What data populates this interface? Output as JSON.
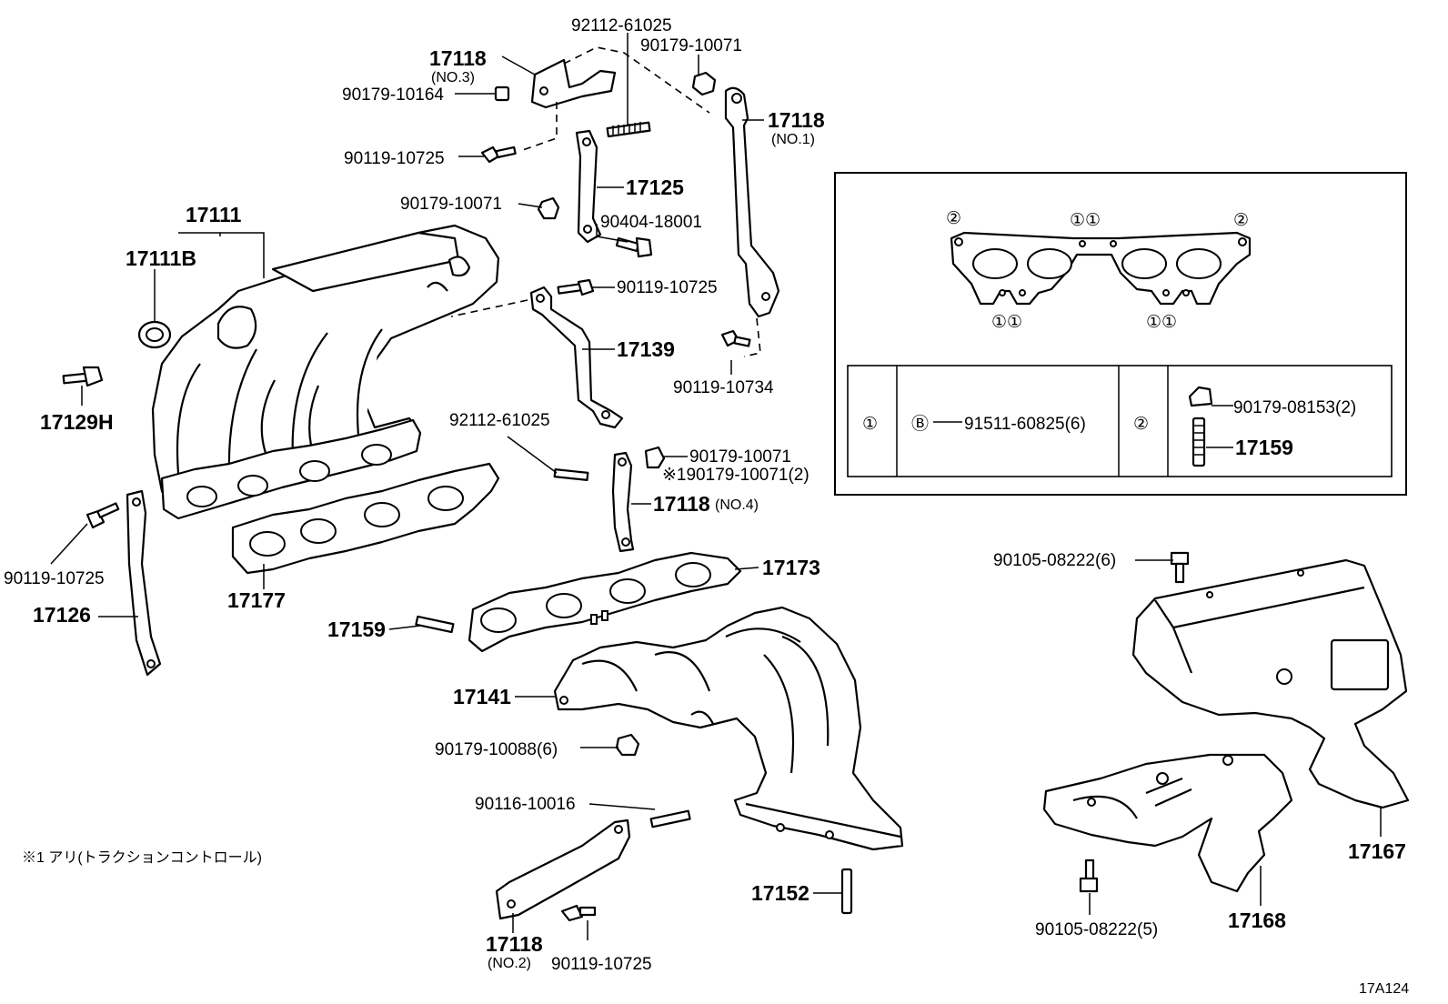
{
  "labels": {
    "p92112_61025_top": "92112-61025",
    "p90179_10071_top": "90179-10071",
    "p17118_no3": "17118",
    "p17118_no3_sub": "(NO.3)",
    "p90179_10164": "90179-10164",
    "p17118_no1": "17118",
    "p17118_no1_sub": "(NO.1)",
    "p90119_10725_a": "90119-10725",
    "p17125": "17125",
    "p90179_10071_b": "90179-10071",
    "p90404_18001": "90404-18001",
    "p17111": "17111",
    "p17111B": "17111B",
    "p90119_10725_b": "90119-10725",
    "p17139": "17139",
    "p90119_10734": "90119-10734",
    "p17129H": "17129H",
    "p92112_61025_mid": "92112-61025",
    "p90179_10071_c": "90179-10071",
    "p90179_10071_c_note": "※190179-10071(2)",
    "p17118_no4": "17118",
    "p17118_no4_sub": "(NO.4)",
    "p90119_10725_c": "90119-10725",
    "p17126": "17126",
    "p17177": "17177",
    "p17173": "17173",
    "p17159": "17159",
    "p17141": "17141",
    "p90179_10088": "90179-10088(6)",
    "p90116_10016": "90116-10016",
    "p17118_no2": "17118",
    "p17118_no2_sub": "(NO.2)",
    "p90119_10725_d": "90119-10725",
    "p17152": "17152",
    "p90105_08222_6": "90105-08222(6)",
    "p90105_08222_5": "90105-08222(5)",
    "p17167": "17167",
    "p17168": "17168",
    "footnote": "※1 アリ(トラクションコントロール)",
    "diagram_code": "17A124"
  },
  "inset": {
    "gasket_top_marks": [
      "②",
      "①①",
      "②"
    ],
    "gasket_bottom_marks": [
      "①①",
      "①①"
    ],
    "table": {
      "col1_marker": "①",
      "col1_icon": "Ⓑ",
      "col1_part": "91511-60825(6)",
      "col2_marker": "②",
      "col2_part_a": "90179-08153(2)",
      "col2_part_b": "17159"
    }
  }
}
